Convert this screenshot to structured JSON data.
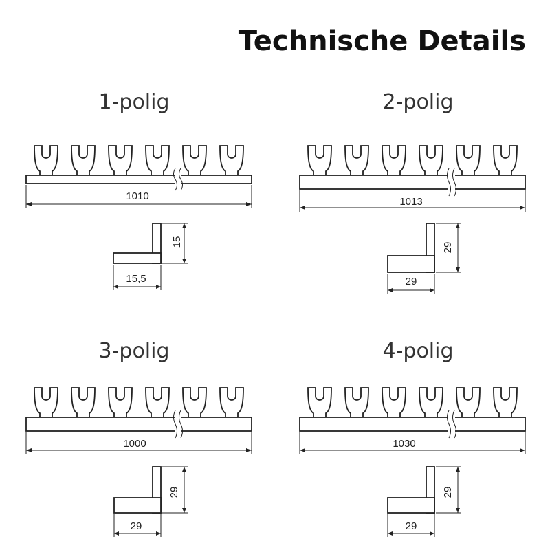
{
  "title": "Technische Details",
  "panels": [
    {
      "name": "1-polig",
      "length": "1010",
      "height": "15",
      "width": "15,5"
    },
    {
      "name": "2-polig",
      "length": "1013",
      "height": "29",
      "width": "29"
    },
    {
      "name": "3-polig",
      "length": "1000",
      "height": "29",
      "width": "29"
    },
    {
      "name": "4-polig",
      "length": "1030",
      "height": "29",
      "width": "29"
    }
  ]
}
